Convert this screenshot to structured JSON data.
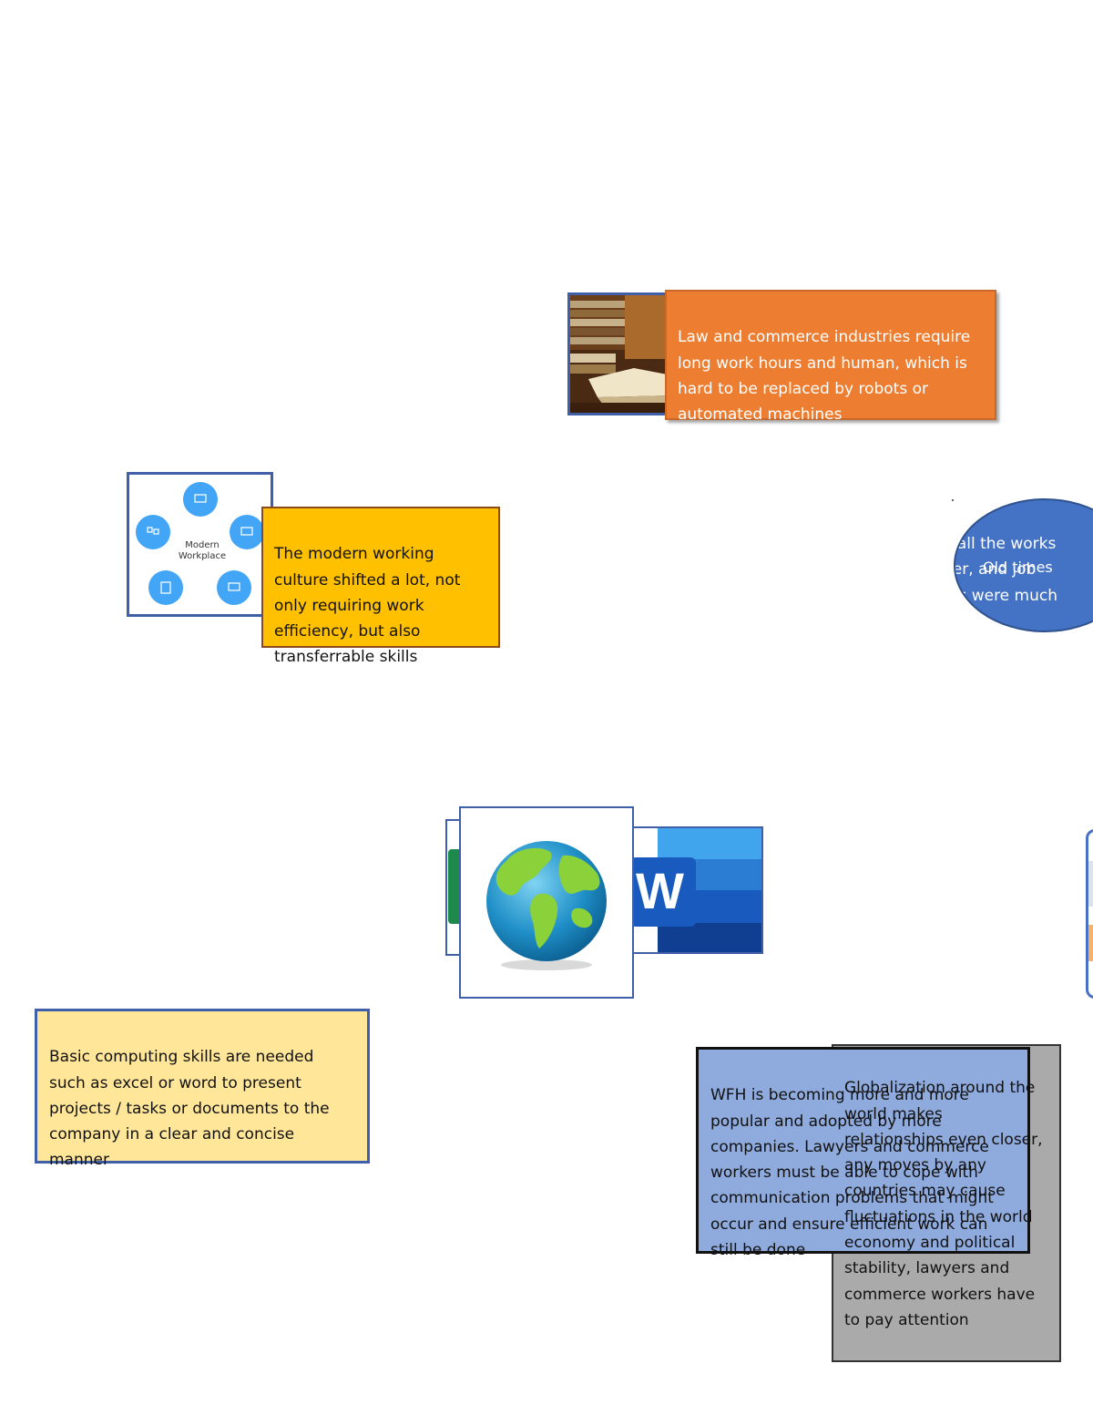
{
  "law_box": {
    "text": "Law and commerce industries require\nlong work hours and human, which is\nhard to be replaced by robots or\nautomated machines"
  },
  "modern_workplace": {
    "diagram_center_label": "Modern\nWorkplace",
    "box_text": "The modern working\nculture shifted a lot, not\nonly requiring work\nefficiency, but also\ntransferrable skills"
  },
  "old_times": {
    "body_text": "o all the works\nper, and job\nnts were much\nmpler",
    "title": "Old times"
  },
  "icons": {
    "word_letter": "W"
  },
  "basic_box": {
    "text": "Basic computing skills are needed\nsuch as excel or word to present\nprojects / tasks or documents to the\ncompany in a clear and concise\nmanner"
  },
  "wfh_box": {
    "text": "WFH is becoming more and more\npopular and adopted by more\ncompanies. Lawyers and commerce\nworkers must be able to cope with\ncommunication problems that might\noccur and ensure efficient work can\nstill be done"
  },
  "glob_box": {
    "text": "Globalization around the\nworld makes\nrelationships even closer,\nany moves by any\ncountries may cause\nfluctuations in the world\neconomy and political\nstability, lawyers and\ncommerce workers have\nto pay attention"
  },
  "colors": {
    "orange": "#ed7d31",
    "gold": "#ffc000",
    "blue": "#4472c4",
    "light_yellow": "#ffe699",
    "periwinkle": "#8faadc",
    "gray": "#aaaaaa"
  }
}
